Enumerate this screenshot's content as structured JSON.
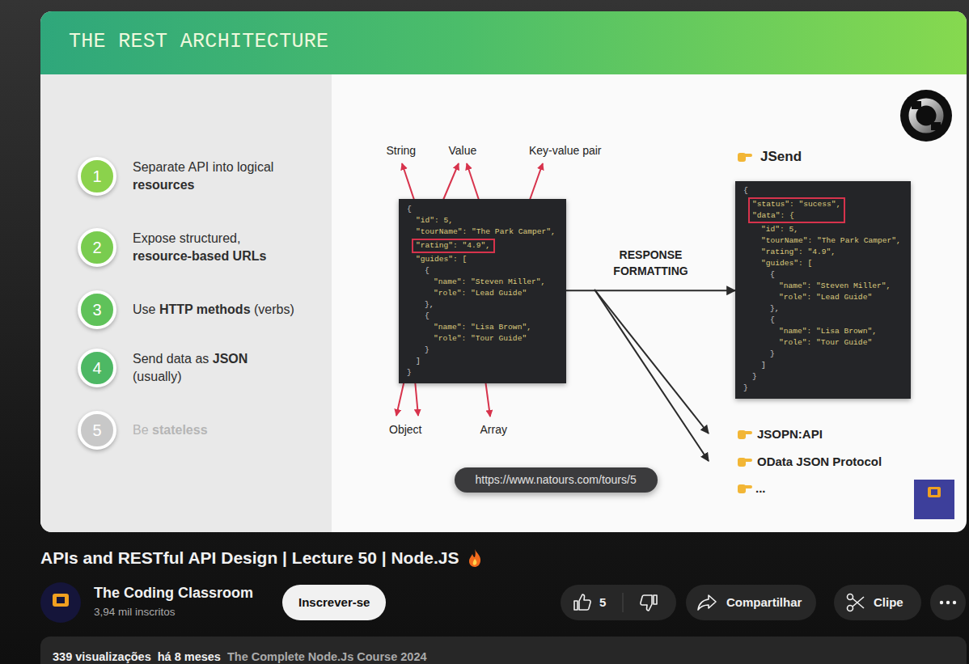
{
  "diagram": {
    "title": "THE REST ARCHITECTURE",
    "nodes": [
      {
        "text": [
          "1",
          "Separate API into logical",
          "resources"
        ]
      },
      {
        "text": [
          "2",
          "Expose structured,",
          "resource-based URLs"
        ]
      },
      {
        "text": [
          "3",
          "Use",
          "HTTP methods",
          "(verbs)"
        ]
      },
      {
        "text": [
          "4",
          "Send data as",
          "JSON",
          "(usually)"
        ]
      },
      {
        "text": [
          "5",
          "Be",
          "stateless"
        ]
      },
      {
        "text": [
          "{",
          "\"id\": 5,",
          "\"tourName\": \"The Park Camper\",",
          "\"guides\": [",
          "{",
          "\"name\": \"Steven Miller\",",
          "\"role\": \"Lead Guide\"",
          "},",
          "{",
          "\"name\": \"Lisa Brown\",",
          "\"role\": \"Tour Guide\"",
          "}",
          "]",
          "}"
        ]
      },
      {
        "text": [
          "\"rating\": \"4.9\","
        ],
        "in": 5
      },
      {
        "text": [
          "JSend",
          "{",
          "\"id\": 5,",
          "\"tourName\": \"The Park Camper\",",
          "\"rating\": \"4.9\",",
          "\"guides\": [",
          "{",
          "\"name\": \"Steven Miller\",",
          "\"role\": \"Lead Guide\"",
          "},",
          "{",
          "\"name\": \"Lisa Brown\",",
          "\"role\": \"Tour Guide\"",
          "}",
          "]",
          "}",
          "}"
        ]
      },
      {
        "text": [
          "\"status\": \"sucess\",",
          "\"data\": {"
        ],
        "in": 7
      },
      {
        "text": [
          "https://www.natours.com/tours/5"
        ]
      },
      {
        "text": [
          "Inscrever-se"
        ]
      },
      {
        "text": [
          "5"
        ]
      },
      {
        "text": [
          "Compartilhar"
        ]
      },
      {
        "text": [
          "Clipe"
        ]
      },
      {
        "text": [
          "339 visualizações",
          "há 8 meses",
          "The Complete Node.Js Course 2024"
        ]
      }
    ],
    "edges": [
      {
        "from": 5,
        "to": 7,
        "label": "RESPONSE FORMATTING",
        "arrow": "to"
      }
    ],
    "labels": [
      "String",
      "Value",
      "Key-value pair",
      "Object",
      "Array",
      "JSOPN:API",
      "OData JSON Protocol",
      "...",
      "APIs and RESTful API Design | Lecture 50 | Node.JS",
      "The Coding Classroom",
      "3,94 mil inscritos"
    ]
  }
}
